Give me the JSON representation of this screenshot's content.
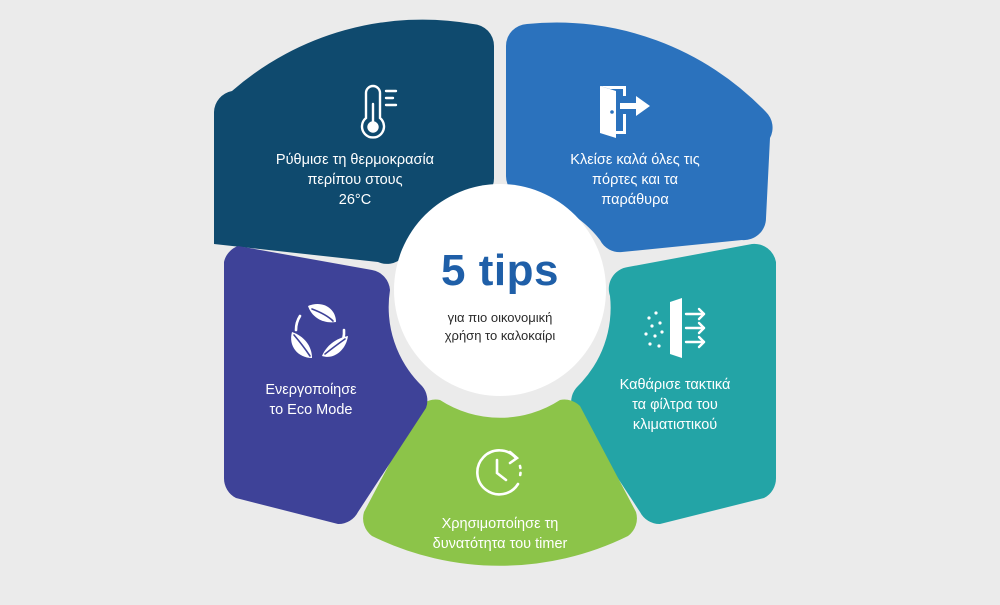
{
  "center": {
    "title": "5 tips",
    "subtitle_line1": "για πιο οικονομική",
    "subtitle_line2": "χρήση το καλοκαίρι"
  },
  "colors": {
    "background": "#ebebeb",
    "temperature": "#0f4a6e",
    "doors": "#2b72bd",
    "filters": "#23a4a6",
    "timer": "#8cc449",
    "eco": "#3e4298",
    "title": "#1f5fa8"
  },
  "tips": [
    {
      "id": "temperature",
      "icon": "thermometer-icon",
      "lines": [
        "Ρύθμισε τη θερμοκρασία",
        "περίπου στους",
        "26°C"
      ]
    },
    {
      "id": "doors",
      "icon": "door-exit-icon",
      "lines": [
        "Κλείσε καλά όλες τις",
        "πόρτες και τα",
        "παράθυρα"
      ]
    },
    {
      "id": "filters",
      "icon": "filter-airflow-icon",
      "lines": [
        "Καθάρισε τακτικά",
        "τα φίλτρα του",
        "κλιματιστικού"
      ]
    },
    {
      "id": "timer",
      "icon": "timer-icon",
      "lines": [
        "Χρησιμοποίησε τη",
        "δυνατότητα του timer"
      ]
    },
    {
      "id": "eco",
      "icon": "eco-recycle-icon",
      "lines": [
        "Ενεργοποίησε",
        "το Eco Mode"
      ]
    }
  ]
}
